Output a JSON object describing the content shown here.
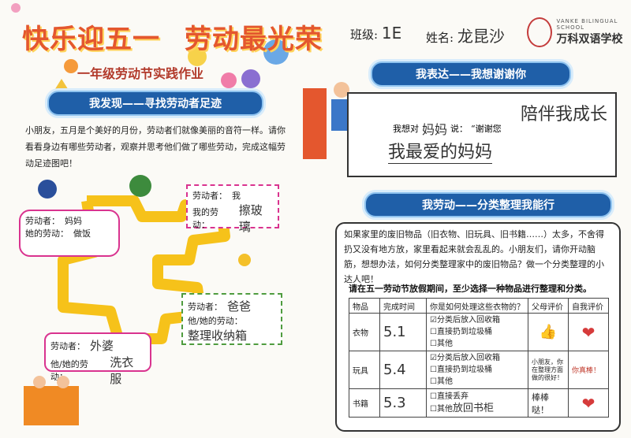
{
  "header": {
    "title_part1": "快乐迎五一",
    "title_part2": "劳动最光荣",
    "class_label": "班级:",
    "class_value": "1E",
    "name_label": "姓名:",
    "name_value": "龙昆沙",
    "subtitle": "一年级劳动节实践作业"
  },
  "logo": {
    "english": "VANKE BILINGUAL SCHOOL",
    "chinese": "万科双语学校"
  },
  "section_discover": {
    "heading": "我发现——寻找劳动者足迹",
    "intro": "小朋友，五月是个美好的月份，劳动者们就像美丽的音符一样。请你看看身边有哪些劳动者，观察并思考他们做了哪些劳动，完成这幅劳动足迹图吧！",
    "cards": [
      {
        "worker_label": "劳动者：",
        "worker": "妈妈",
        "work_label": "她的劳动：",
        "work": "做饭"
      },
      {
        "worker_label": "劳动者：",
        "worker": "我",
        "work_label": "我的劳动：",
        "work": "擦玻璃"
      },
      {
        "worker_label": "劳动者：",
        "worker": "爸爸",
        "work_label": "他/她的劳动：",
        "work": "整理收纳箱"
      },
      {
        "worker_label": "劳动者：",
        "worker": "外婆",
        "work_label": "他/她的劳动：",
        "work": "洗衣服"
      }
    ]
  },
  "section_thanks": {
    "heading": "我表达——我想谢谢你",
    "want_to_thank": "我想对",
    "person": "妈妈",
    "say": "说：",
    "thanks_word": "“谢谢您",
    "line1": "陪伴我成长",
    "line2": "我最爱的妈妈"
  },
  "section_sort": {
    "heading": "我劳动——分类整理我能行",
    "intro": "如果家里的废旧物品（旧衣物、旧玩具、旧书籍……）太多，不舍得扔又没有地方放，家里看起来就会乱乱的。小朋友们，请你开动脑筋，想想办法，如何分类整理家中的废旧物品？做一个分类整理的小达人吧！",
    "instruction": "请在五一劳动节放假期间，至少选择一种物品进行整理和分类。",
    "table_headers": [
      "物品",
      "完成时间",
      "你是如何处理这些衣物的？",
      "父母评价",
      "自我评价"
    ],
    "rows": [
      {
        "item": "衣物",
        "date": "5.1",
        "options": [
          "分类后放入回收箱",
          "直接扔到垃圾桶",
          "其他"
        ],
        "parent": "👍",
        "self": "❤"
      },
      {
        "item": "玩具",
        "date": "5.4",
        "options": [
          "分类后放入回收箱",
          "直接扔到垃圾桶",
          "其他"
        ],
        "parent": "小朋友，你在整理方面做的很好！",
        "self": "你真棒！"
      },
      {
        "item": "书籍",
        "date": "5.3",
        "options": [
          "直接丢弃",
          "其他"
        ],
        "other_note": "放回书柜",
        "parent": "棒棒哒！",
        "self": "❤"
      }
    ]
  },
  "colors": {
    "title_red": "#e4572e",
    "heading_blue": "#1f5fa8",
    "trail_yellow": "#f6c21a",
    "accent_pink": "#d9338f"
  }
}
